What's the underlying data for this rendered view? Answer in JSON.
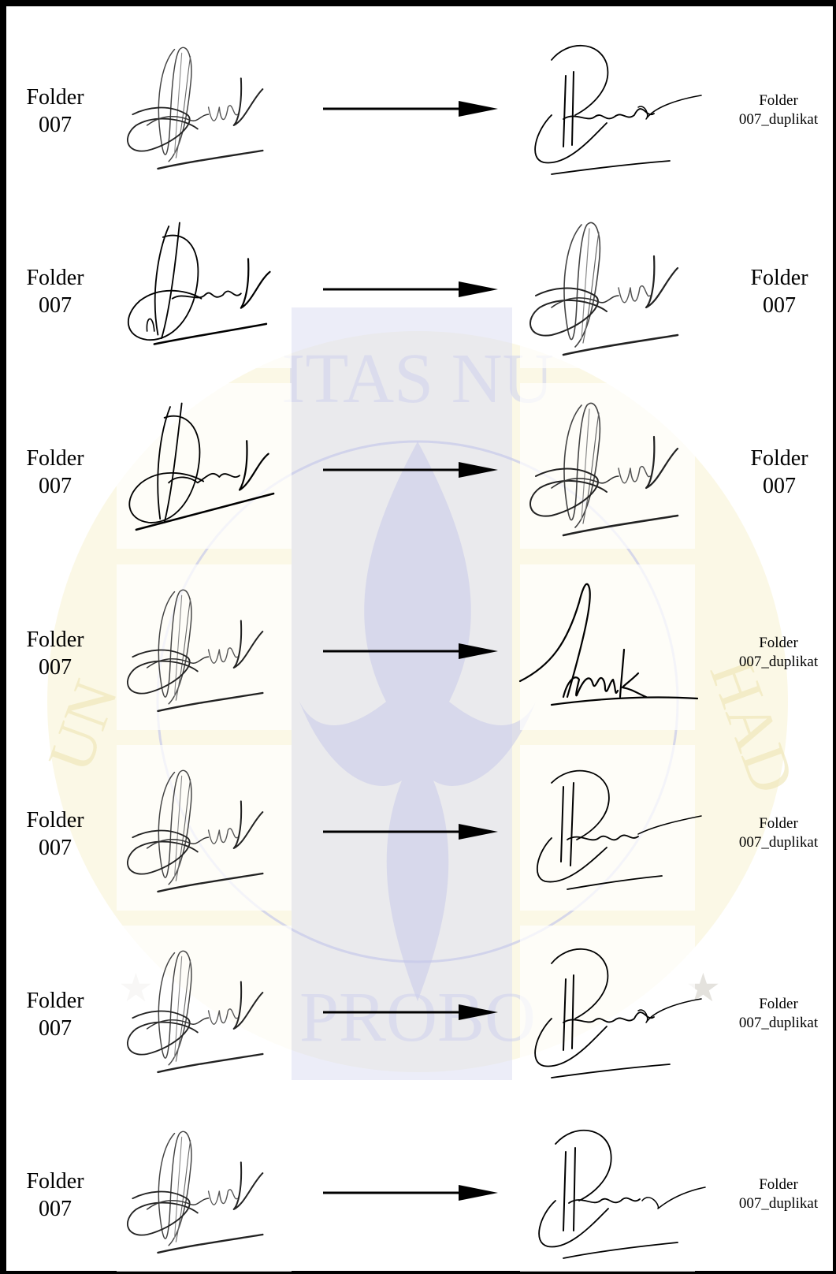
{
  "rows": [
    {
      "left_label": "Folder\n007",
      "right_label": "Folder\n007_duplikat",
      "left_sig": "faint-a",
      "right_sig": "dup-a"
    },
    {
      "left_label": "Folder\n007",
      "right_label": "Folder\n007",
      "left_sig": "bold-a",
      "right_sig": "faint-a"
    },
    {
      "left_label": "Folder\n007",
      "right_label": "Folder\n007",
      "left_sig": "bold-b",
      "right_sig": "faint-a"
    },
    {
      "left_label": "Folder\n007",
      "right_label": "Folder\n007_duplikat",
      "left_sig": "faint-a",
      "right_sig": "other"
    },
    {
      "left_label": "Folder\n007",
      "right_label": "Folder\n007_duplikat",
      "left_sig": "faint-a",
      "right_sig": "dup-b"
    },
    {
      "left_label": "Folder\n007",
      "right_label": "Folder\n007_duplikat",
      "left_sig": "faint-a",
      "right_sig": "dup-a"
    },
    {
      "left_label": "Folder\n007",
      "right_label": "Folder\n007_duplikat",
      "left_sig": "faint-a",
      "right_sig": "dup-c"
    }
  ],
  "watermark_text": {
    "top": "ITAS NU",
    "bottom": "PROBO",
    "left": "UN",
    "right": "HAD"
  },
  "colors": {
    "ink": "#000000",
    "watermark_blue": "#c8cbe8",
    "watermark_gold": "#f3ecc2"
  }
}
